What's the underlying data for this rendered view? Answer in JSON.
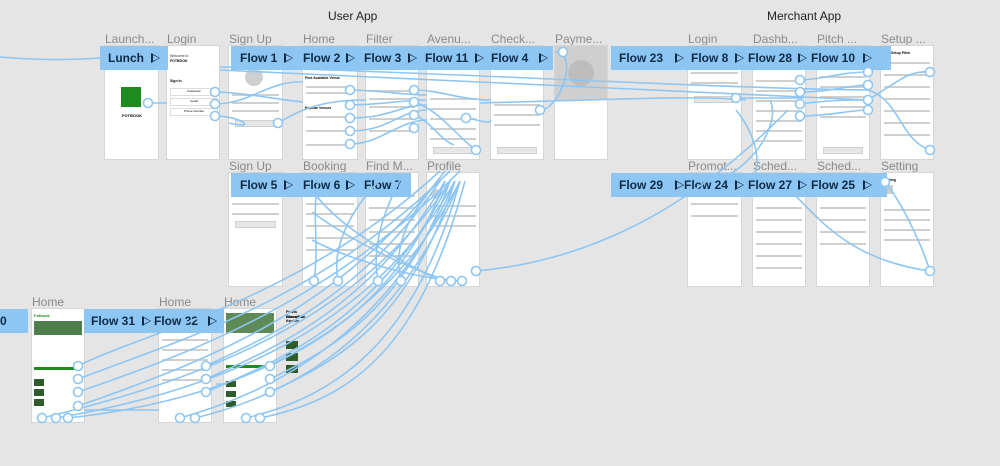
{
  "sections": {
    "user_app": "User App",
    "merchant_app": "Merchant App"
  },
  "frame_labels": [
    "Launch...",
    "Login",
    "Sign Up",
    "Home",
    "Filter",
    "Avenu...",
    "Check...",
    "Payme...",
    "Login",
    "Dashb...",
    "Pitch ...",
    "Setup ...",
    "Sign Up",
    "Booking",
    "Find M...",
    "Profile",
    "Promot...",
    "Sched...",
    "Sched...",
    "Setting",
    "Home",
    "Home",
    "Home"
  ],
  "flows": [
    "Lunch",
    "Flow 1",
    "Flow 2",
    "Flow 3",
    "Flow 11",
    "Flow 4",
    "Flow 23",
    "Flow 8",
    "Flow 28",
    "Flow 10",
    "Flow 5",
    "Flow 6",
    "Flow 7",
    "Flow 29",
    "Flow 24",
    "Flow 27",
    "Flow 25",
    "0",
    "Flow 31",
    "Flow 32"
  ],
  "screen_text": {
    "app_name": "FOTBOOK",
    "welcome": "Welcome to",
    "sign_in": "Sign In",
    "options": [
      "Facebook",
      "Gmail",
      "Phone Number"
    ],
    "find_venue": "Find Available Venue",
    "popular": "Popular Venues",
    "setup_pitch": "Setup Pitch",
    "setting": "Setting",
    "fotbook_green": "Fotbook",
    "venue_name": "Pusta Olanatva",
    "venue_sub": "Kimon Pust Kantore"
  },
  "colors": {
    "flow_bar": "#8ec6f3",
    "wire": "#8ec6f3",
    "brand_green": "#1f8a1f",
    "canvas": "#e5e5e5"
  }
}
